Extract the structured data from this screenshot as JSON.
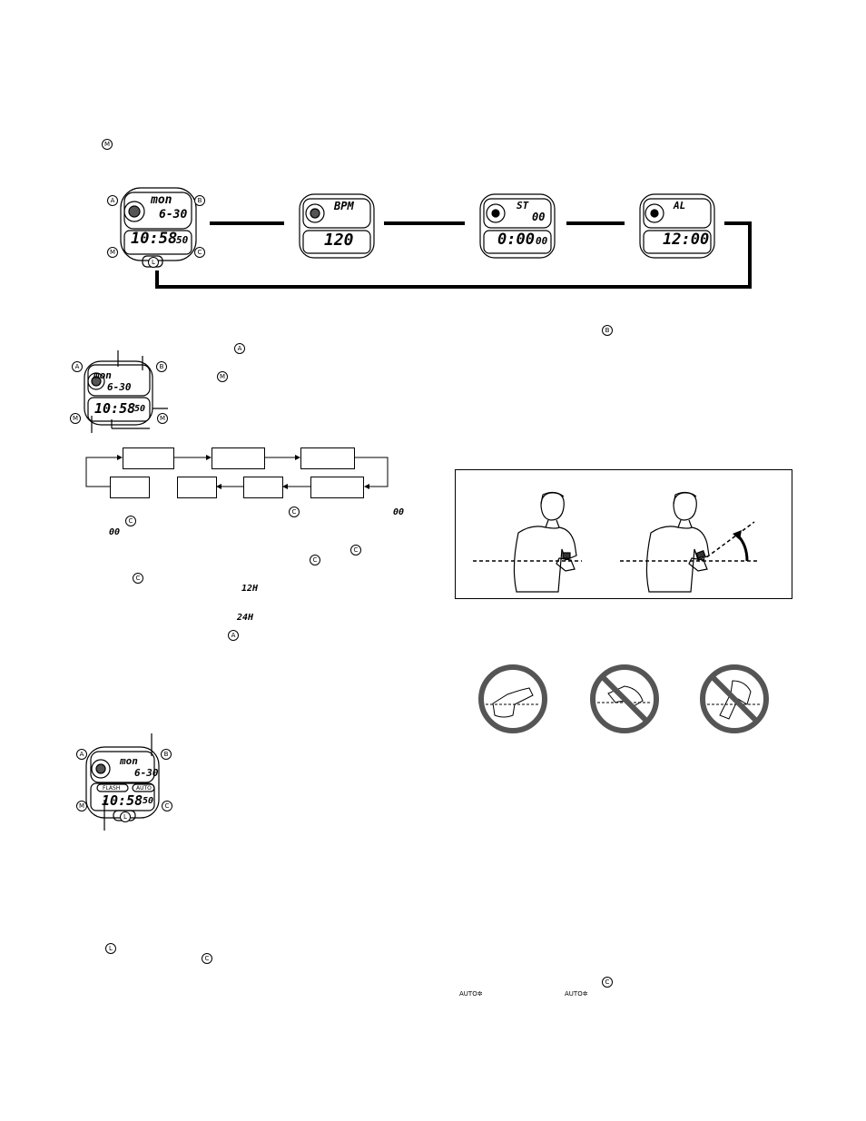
{
  "top_mode_button": "M",
  "watch_buttons": {
    "a": "A",
    "b": "B",
    "c": "C",
    "m": "M",
    "l": "L"
  },
  "mode_cycle": [
    {
      "top": "mon",
      "mid": "6-30",
      "bottom": "10:58",
      "seconds": "50"
    },
    {
      "top": "BPM",
      "bottom": "120"
    },
    {
      "top": "ST",
      "mid": "00",
      "bottom": "0:00",
      "seconds": "00"
    },
    {
      "top": "AL",
      "bottom": "12:00"
    }
  ],
  "timekeeping_watch": {
    "top": "mon",
    "mid": "6-30",
    "bottom": "10:58",
    "seconds": "50"
  },
  "setting_flow": {
    "top_row_count": 3,
    "bottom_row_count": 4
  },
  "text_markers": {
    "a1": "A",
    "m1": "M",
    "c1": "C",
    "c2": "C",
    "c3": "C",
    "c4": "C",
    "c5": "C",
    "a2": "A",
    "seg_00_a": "00",
    "seg_00_b": "00",
    "seg_12h": "12H",
    "seg_24h": "24H"
  },
  "light_watch": {
    "top": "mon",
    "mid": "6-30",
    "flash": "FLASH",
    "auto": "AUTO",
    "bottom": "10:58",
    "seconds": "50"
  },
  "light_text": {
    "l": "L",
    "c": "C"
  },
  "right_col": {
    "b": "B",
    "c": "C",
    "auto1": "AUTO",
    "auto2": "AUTO"
  }
}
